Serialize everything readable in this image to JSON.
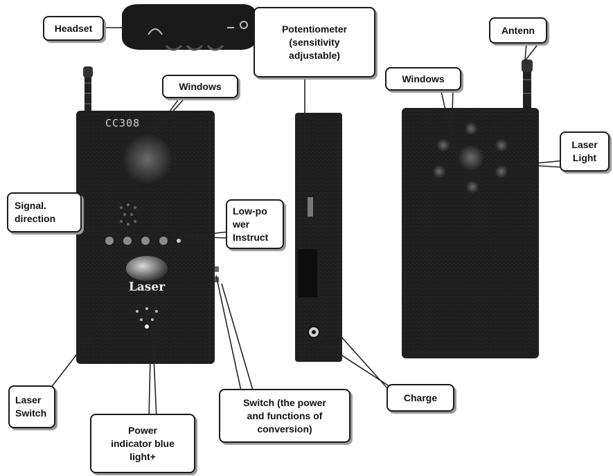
{
  "device_front": {
    "model_label": "CC308",
    "button_label": "Laser"
  },
  "callouts": {
    "headset": "Headset",
    "potentiometer": "Potentiometer\n(sensitivity\nadjustable)",
    "antenn": "Antenn",
    "windows_front": "Windows",
    "windows_back": "Windows",
    "laser_light": "Laser\nLight",
    "signal_direction": "Signal.\ndirection",
    "low_power": "Low-po\nwer\nInstruct",
    "charge": "Charge",
    "laser_switch": "Laser\nSwitch",
    "switch": "Switch  (the power\nand functions of\nconversion)",
    "power_indicator": "Power\nindicator blue\nlight+"
  }
}
